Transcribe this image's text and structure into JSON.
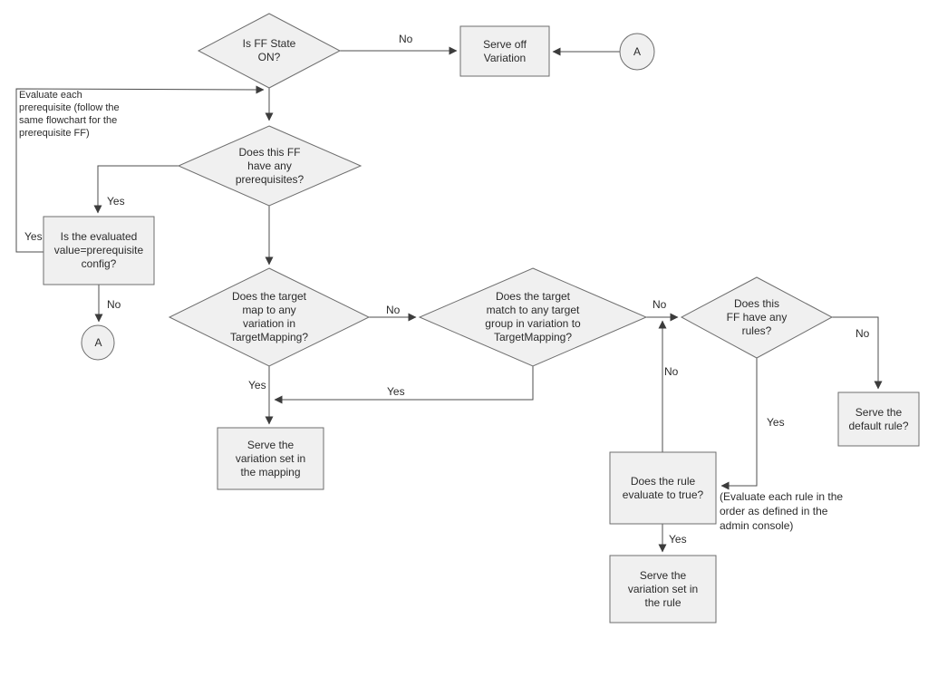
{
  "diagram": {
    "nodes": {
      "is_ff_state_on": "Is FF State\nON?",
      "serve_off_variation": "Serve off\nVariation",
      "connector_a_top": "A",
      "has_prerequisites": "Does this FF\nhave any\nprerequisites?",
      "evaluated_value": "Is the evaluated\nvalue=prerequisite\nconfig?",
      "connector_a_left": "A",
      "target_mapping": "Does the target\nmap to any\nvariation in\nTargetMapping?",
      "target_group": "Does the target\nmatch to any target\ngroup in variation to\nTargetMapping?",
      "has_rules": "Does this\nFF have any\nrules?",
      "serve_mapping": "Serve the\nvariation set in\nthe mapping",
      "serve_default": "Serve the\ndefault rule?",
      "rule_true": "Does the rule\nevaluate to true?",
      "serve_rule": "Serve the\nvariation set in\nthe rule"
    },
    "edge_labels": {
      "ff_off_no": "No",
      "prereq_yes": "Yes",
      "loop_yes": "Yes",
      "evaluated_no": "No",
      "mapping_no": "No",
      "mapping_yes": "Yes",
      "group_yes": "Yes",
      "group_no": "No",
      "rule_loop_no": "No",
      "rules_no": "No",
      "rules_yes": "Yes",
      "rule_yes": "Yes"
    },
    "notes": {
      "prerequisite_note": "Evaluate each\nprerequisite (follow the\nsame flowchart for the\nprerequisite FF)",
      "rules_note": "(Evaluate each rule in the\norder as defined in the\nadmin console)"
    },
    "colors": {
      "shape_fill": "#f0f0f0",
      "shape_border": "#6e6e6e",
      "line": "#4d4d4d",
      "text": "#2b2b2b"
    }
  }
}
